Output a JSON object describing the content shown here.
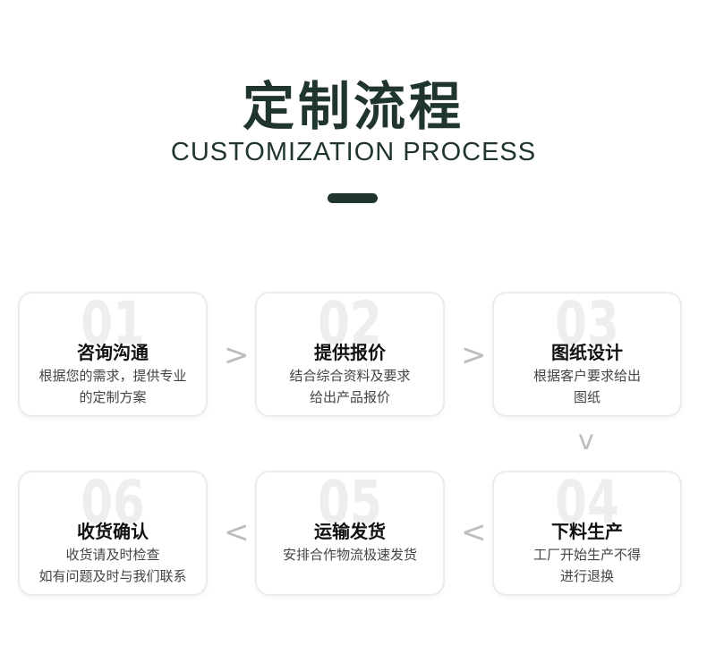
{
  "header": {
    "title": "定制流程",
    "subtitle": "CUSTOMIZATION PROCESS"
  },
  "steps": [
    {
      "num": "01",
      "title": "咨询沟通",
      "desc_line1": "根据您的需求，提供专业",
      "desc_line2": "的定制方案"
    },
    {
      "num": "02",
      "title": "提供报价",
      "desc_line1": "结合综合资料及要求",
      "desc_line2": "给出产品报价"
    },
    {
      "num": "03",
      "title": "图纸设计",
      "desc_line1": "根据客户要求给出",
      "desc_line2": "图纸"
    },
    {
      "num": "04",
      "title": "下料生产",
      "desc_line1": "工厂开始生产不得",
      "desc_line2": "进行退换"
    },
    {
      "num": "05",
      "title": "运输发货",
      "desc_line1": "安排合作物流极速发货",
      "desc_line2": ""
    },
    {
      "num": "06",
      "title": "收货确认",
      "desc_line1": "收货请及时检查",
      "desc_line2": "如有问题及时与我们联系"
    }
  ],
  "arrows": {
    "right": ">",
    "down": "v",
    "left": "<"
  },
  "colors": {
    "title": "#203530",
    "card_border": "#ececec",
    "number_watermark": "#eeeeee",
    "arrow": "#bdbdbd"
  }
}
